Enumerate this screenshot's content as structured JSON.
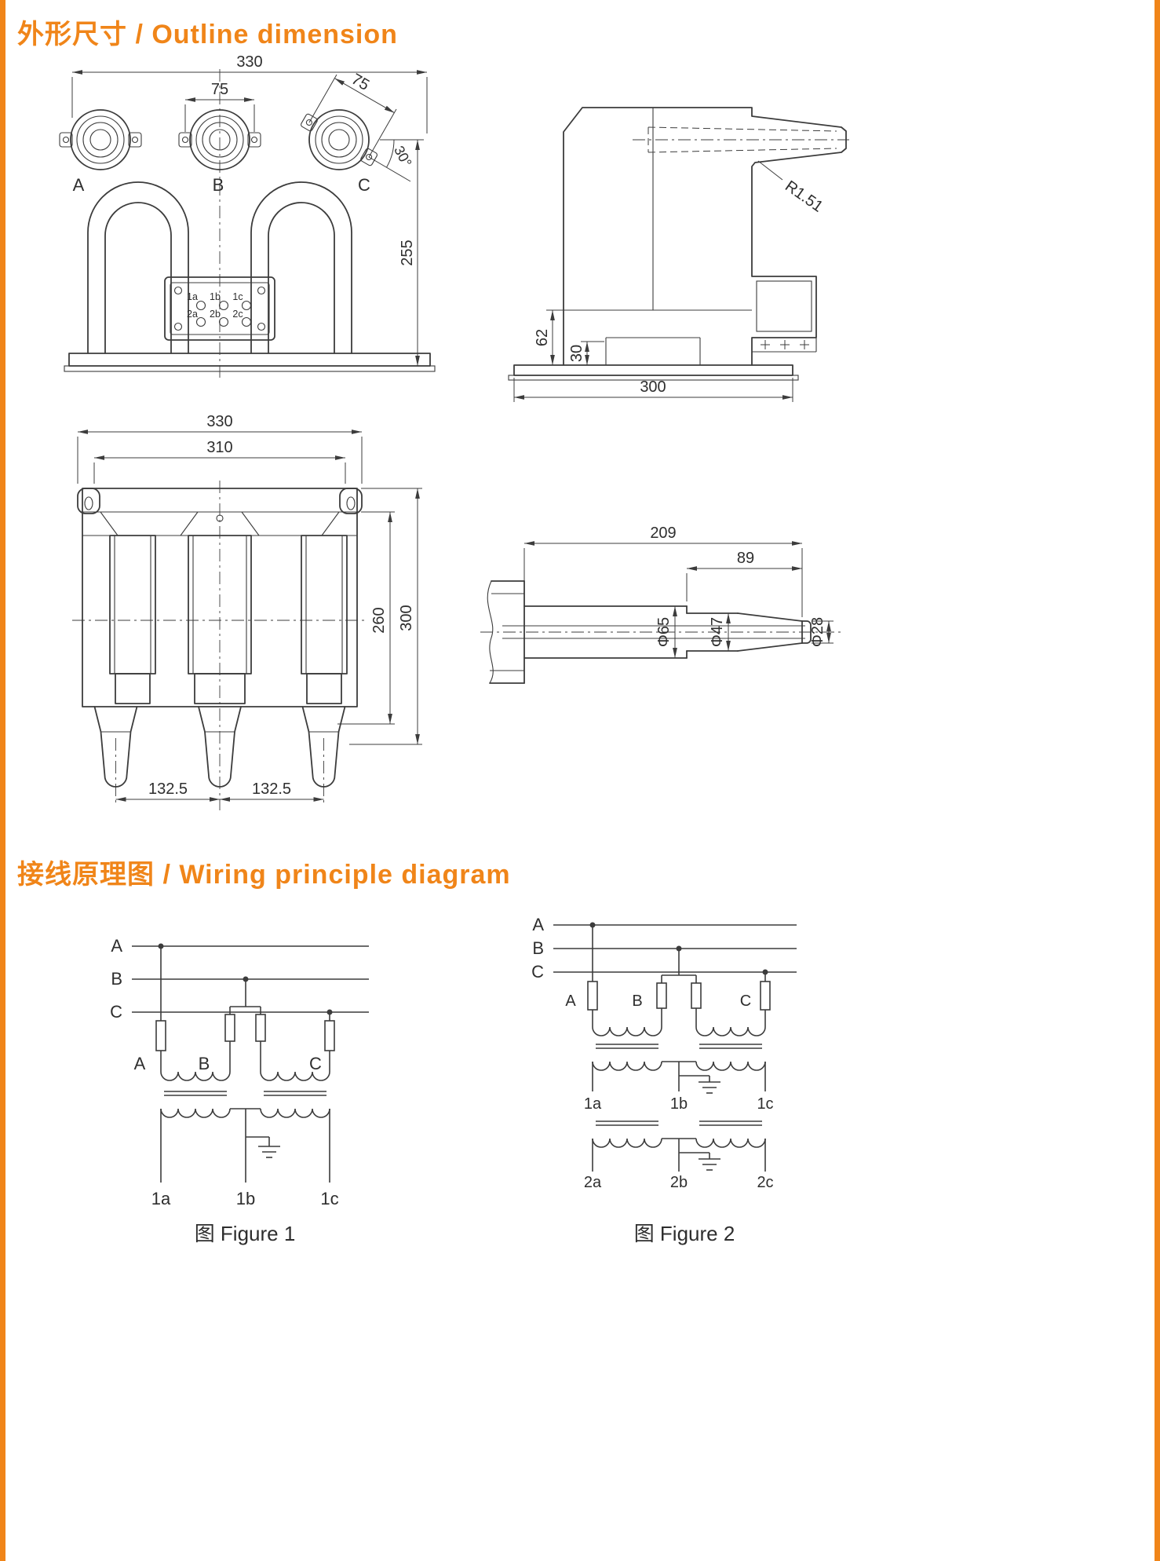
{
  "colors": {
    "accent": "#F08519",
    "line_dark": "#3C3C3C"
  },
  "headings": {
    "outline": "外形尺寸 / Outline dimension",
    "wiring": "接线原理图 / Wiring principle diagram"
  },
  "front_view": {
    "dim_overall_width": "330",
    "dim_hole_spacing": "75",
    "dim_hole_spacing_rotated": "75",
    "angle_rotation": "30°",
    "dim_height": "255",
    "phase_labels": [
      "A",
      "B",
      "C"
    ],
    "terminal_row1": [
      "1a",
      "1b",
      "1c"
    ],
    "terminal_row2": [
      "2a",
      "2b",
      "2c"
    ]
  },
  "side_view": {
    "fillet_radius": "R1.51",
    "dim_base_height": "62",
    "dim_foot_height": "30",
    "dim_depth": "300"
  },
  "top_view": {
    "dim_overall_width": "330",
    "dim_mounting_width": "310",
    "dim_body_height": "260",
    "dim_overall_height": "300",
    "dim_bushing_spacing_left": "132.5",
    "dim_bushing_spacing_right": "132.5"
  },
  "bushing_detail": {
    "dim_length": "209",
    "dim_tip_length": "89",
    "dia_root": "Φ65",
    "dia_middle": "Φ47",
    "dia_tip": "Φ28"
  },
  "figure1": {
    "bus_labels": [
      "A",
      "B",
      "C"
    ],
    "phase_labels": [
      "A",
      "B",
      "C"
    ],
    "secondary_terminals": [
      "1a",
      "1b",
      "1c"
    ],
    "caption": "图 Figure 1"
  },
  "figure2": {
    "bus_labels": [
      "A",
      "B",
      "C"
    ],
    "phase_labels": [
      "A",
      "B",
      "C"
    ],
    "secondary1_terminals": [
      "1a",
      "1b",
      "1c"
    ],
    "secondary2_terminals": [
      "2a",
      "2b",
      "2c"
    ],
    "caption": "图 Figure 2"
  }
}
